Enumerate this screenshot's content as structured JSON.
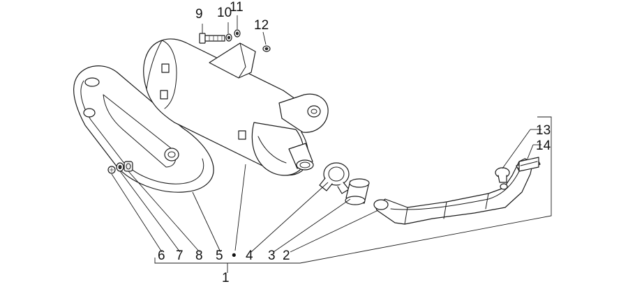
{
  "callouts": {
    "c1": "1",
    "c2": "2",
    "c3": "3",
    "c4": "4",
    "c5": "5",
    "c6": "6",
    "c7": "7",
    "c8": "8",
    "c9": "9",
    "c10": "10",
    "c11": "11",
    "c12": "12",
    "c13": "13",
    "c14": "14",
    "dot": "•"
  }
}
